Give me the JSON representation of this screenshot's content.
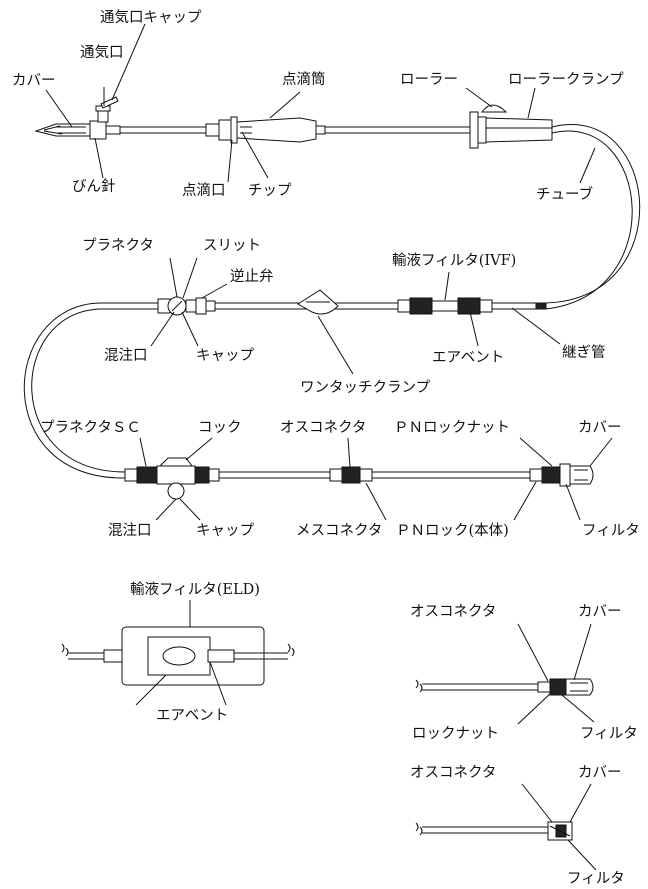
{
  "labels": {
    "vent_cap": "通気口キャップ",
    "vent": "通気口",
    "cover_top": "カバー",
    "spike": "びん針",
    "drip_chamber": "点滴筒",
    "drip_port": "点滴口",
    "tip": "チップ",
    "roller": "ローラー",
    "roller_clamp": "ローラークランプ",
    "tube": "チューブ",
    "planecta": "プラネクタ",
    "slit": "スリット",
    "check_valve": "逆止弁",
    "ivf": "輸液フィルタ(IVF)",
    "injection_port": "混注口",
    "cap": "キャップ",
    "air_vent": "エアベント",
    "joint_tube": "継ぎ管",
    "one_touch_clamp": "ワンタッチクランプ",
    "planecta_sc": "プラネクタＳＣ",
    "stopcock": "コック",
    "male_connector": "オスコネクタ",
    "pn_lock_nut": "ＰＮロックナット",
    "cover_pn": "カバー",
    "injection_port_2": "混注口",
    "cap_2": "キャップ",
    "female_connector": "メスコネクタ",
    "pn_lock_body": "ＰＮロック(本体)",
    "filter_pn": "フィルタ",
    "eld_filter": "輸液フィルタ(ELD)",
    "eld_air_vent": "エアベント",
    "male_connector_2": "オスコネクタ",
    "cover_2": "カバー",
    "lock_nut": "ロックナット",
    "filter_2": "フィルタ",
    "male_connector_3": "オスコネクタ",
    "cover_3": "カバー",
    "filter_3": "フィルタ"
  }
}
